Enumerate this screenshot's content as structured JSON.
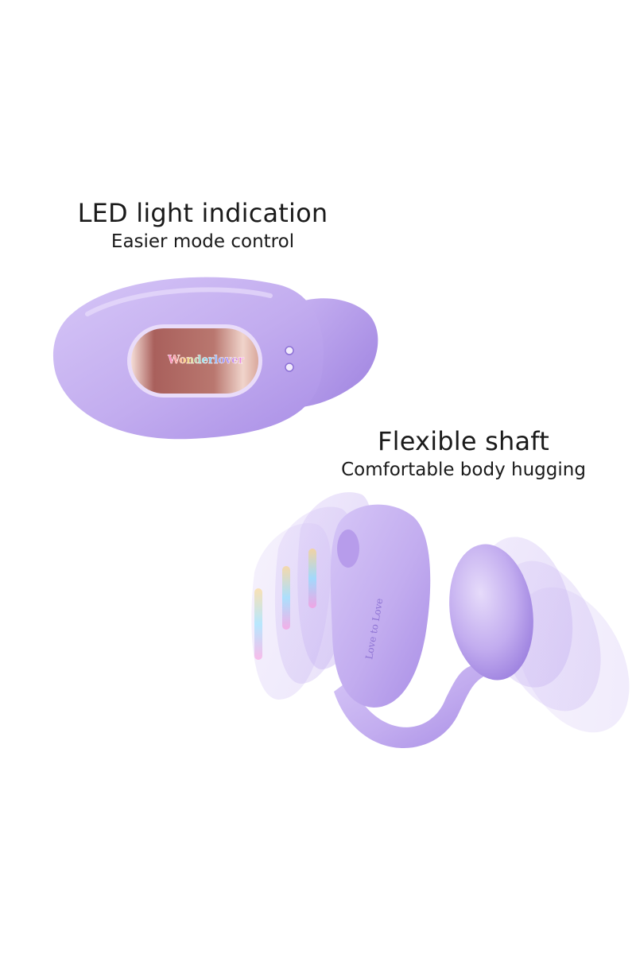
{
  "features": {
    "led": {
      "title": "LED light indication",
      "subtitle": "Easier mode control"
    },
    "flexible": {
      "title": "Flexible shaft",
      "subtitle": "Comfortable body hugging"
    }
  },
  "product": {
    "brand_label": "Wonderlover",
    "engraving": "Love to Love"
  },
  "colors": {
    "background": "#ffffff",
    "product_lilac": "#c7b3f1",
    "product_lilac_dark": "#a98ee6",
    "window_rose": "#b9776f",
    "text": "#1a1a1a"
  }
}
